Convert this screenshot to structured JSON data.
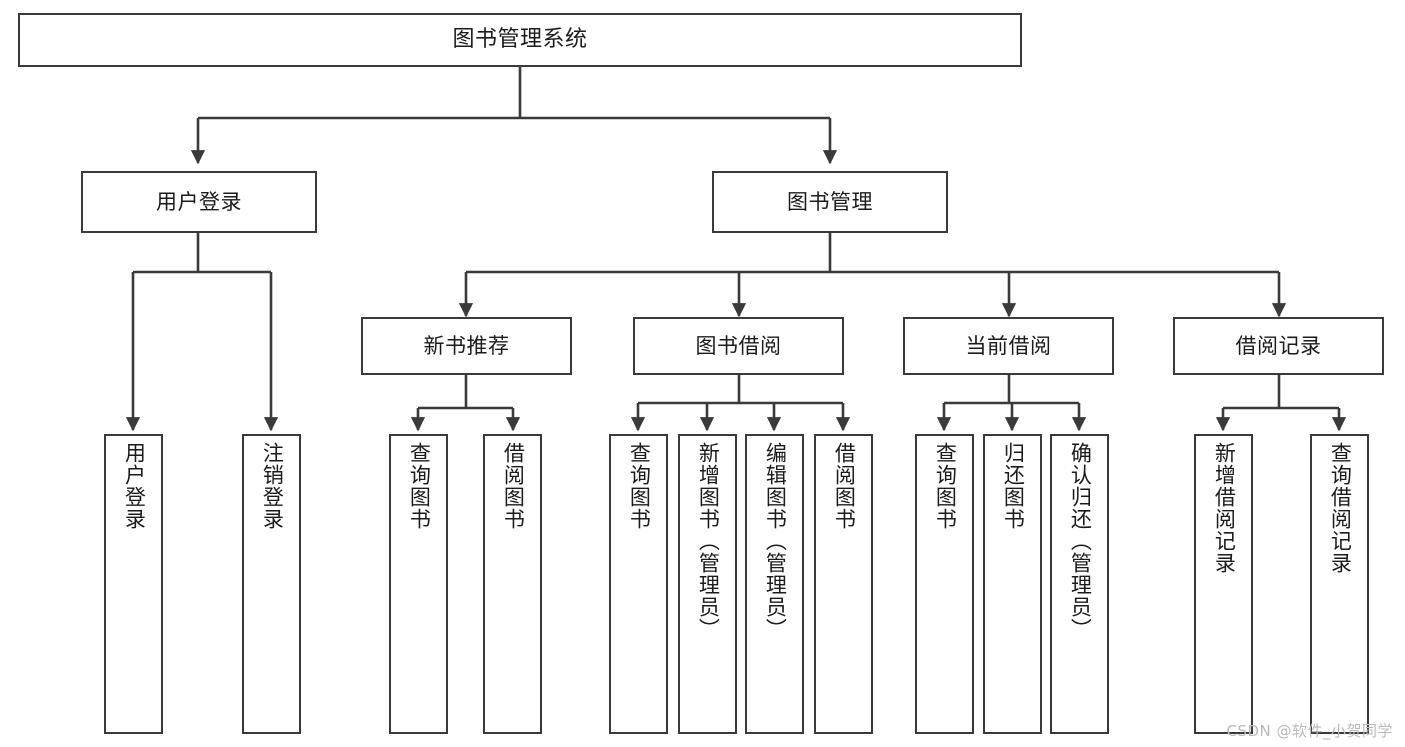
{
  "diagram": {
    "title": "图书管理系统",
    "type": "tree-hierarchy",
    "watermark": "CSDN @软件_小贺同学",
    "line_color": "#3a3a3a",
    "box_fill": "#ffffff",
    "text_color": "#1b1b1b",
    "watermark_color": "#b9b9b9"
  },
  "nodes": {
    "root": {
      "label": "图书管理系统"
    },
    "level1": [
      {
        "id": "user-login",
        "label": "用户登录"
      },
      {
        "id": "book-management",
        "label": "图书管理"
      }
    ],
    "level2": [
      {
        "id": "new-book-recommend",
        "label": "新书推荐"
      },
      {
        "id": "book-borrow",
        "label": "图书借阅"
      },
      {
        "id": "current-borrow",
        "label": "当前借阅"
      },
      {
        "id": "borrow-record",
        "label": "借阅记录"
      }
    ],
    "leaves": {
      "user_login": [
        {
          "id": "leaf-user-login",
          "label": "用户登录"
        },
        {
          "id": "leaf-logout-login",
          "label": "注销登录"
        }
      ],
      "new_book_recommend": [
        {
          "id": "leaf-query-book-1",
          "label": "查询图书"
        },
        {
          "id": "leaf-borrow-book-1",
          "label": "借阅图书"
        }
      ],
      "book_borrow": [
        {
          "id": "leaf-query-book-2",
          "label": "查询图书"
        },
        {
          "id": "leaf-add-book",
          "label": "新增图书（管理员）"
        },
        {
          "id": "leaf-edit-book",
          "label": "编辑图书（管理员）"
        },
        {
          "id": "leaf-borrow-book-2",
          "label": "借阅图书"
        }
      ],
      "current_borrow": [
        {
          "id": "leaf-query-book-3",
          "label": "查询图书"
        },
        {
          "id": "leaf-return-book",
          "label": "归还图书"
        },
        {
          "id": "leaf-confirm-return",
          "label": "确认归还（管理员）"
        }
      ],
      "borrow_record": [
        {
          "id": "leaf-add-record",
          "label": "新增借阅记录"
        },
        {
          "id": "leaf-query-record",
          "label": "查询借阅记录"
        }
      ]
    }
  }
}
